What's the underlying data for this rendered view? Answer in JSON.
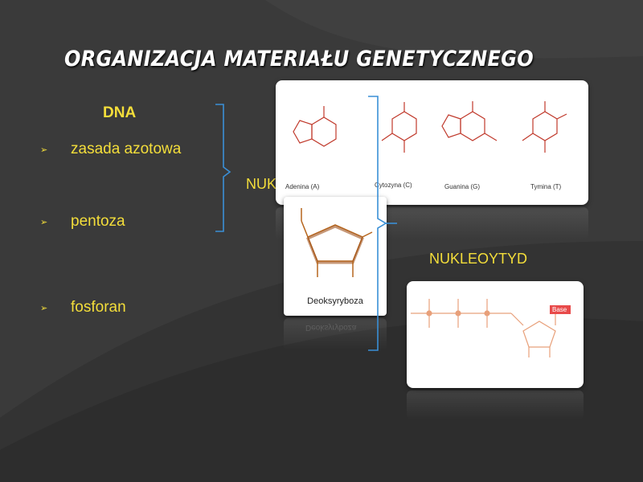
{
  "slide": {
    "title": "ORGANIZACJA MATERIAŁU GENETYCZNEGO",
    "dna_label": "DNA",
    "bullets": [
      {
        "text": "zasada azotowa"
      },
      {
        "text": "pentoza"
      },
      {
        "text": "fosforan"
      }
    ],
    "nuk_label": "NUK",
    "nucleotide_label": "NUKLEOYTYD"
  },
  "bases": [
    {
      "name": "Adenina (A)"
    },
    {
      "name": "Cytozyna (C)"
    },
    {
      "name": "Guanina (G)"
    },
    {
      "name": "Tymina (T)"
    }
  ],
  "sugar": {
    "name": "Deoksyryboza"
  },
  "nucleotide": {
    "base_tag": "Base"
  },
  "colors": {
    "background": "#3a3a3a",
    "text_yellow": "#f4de3a",
    "bracket_blue": "#3a8fd6",
    "structure_red": "#c0392b",
    "sugar_brown": "#b5651d"
  }
}
